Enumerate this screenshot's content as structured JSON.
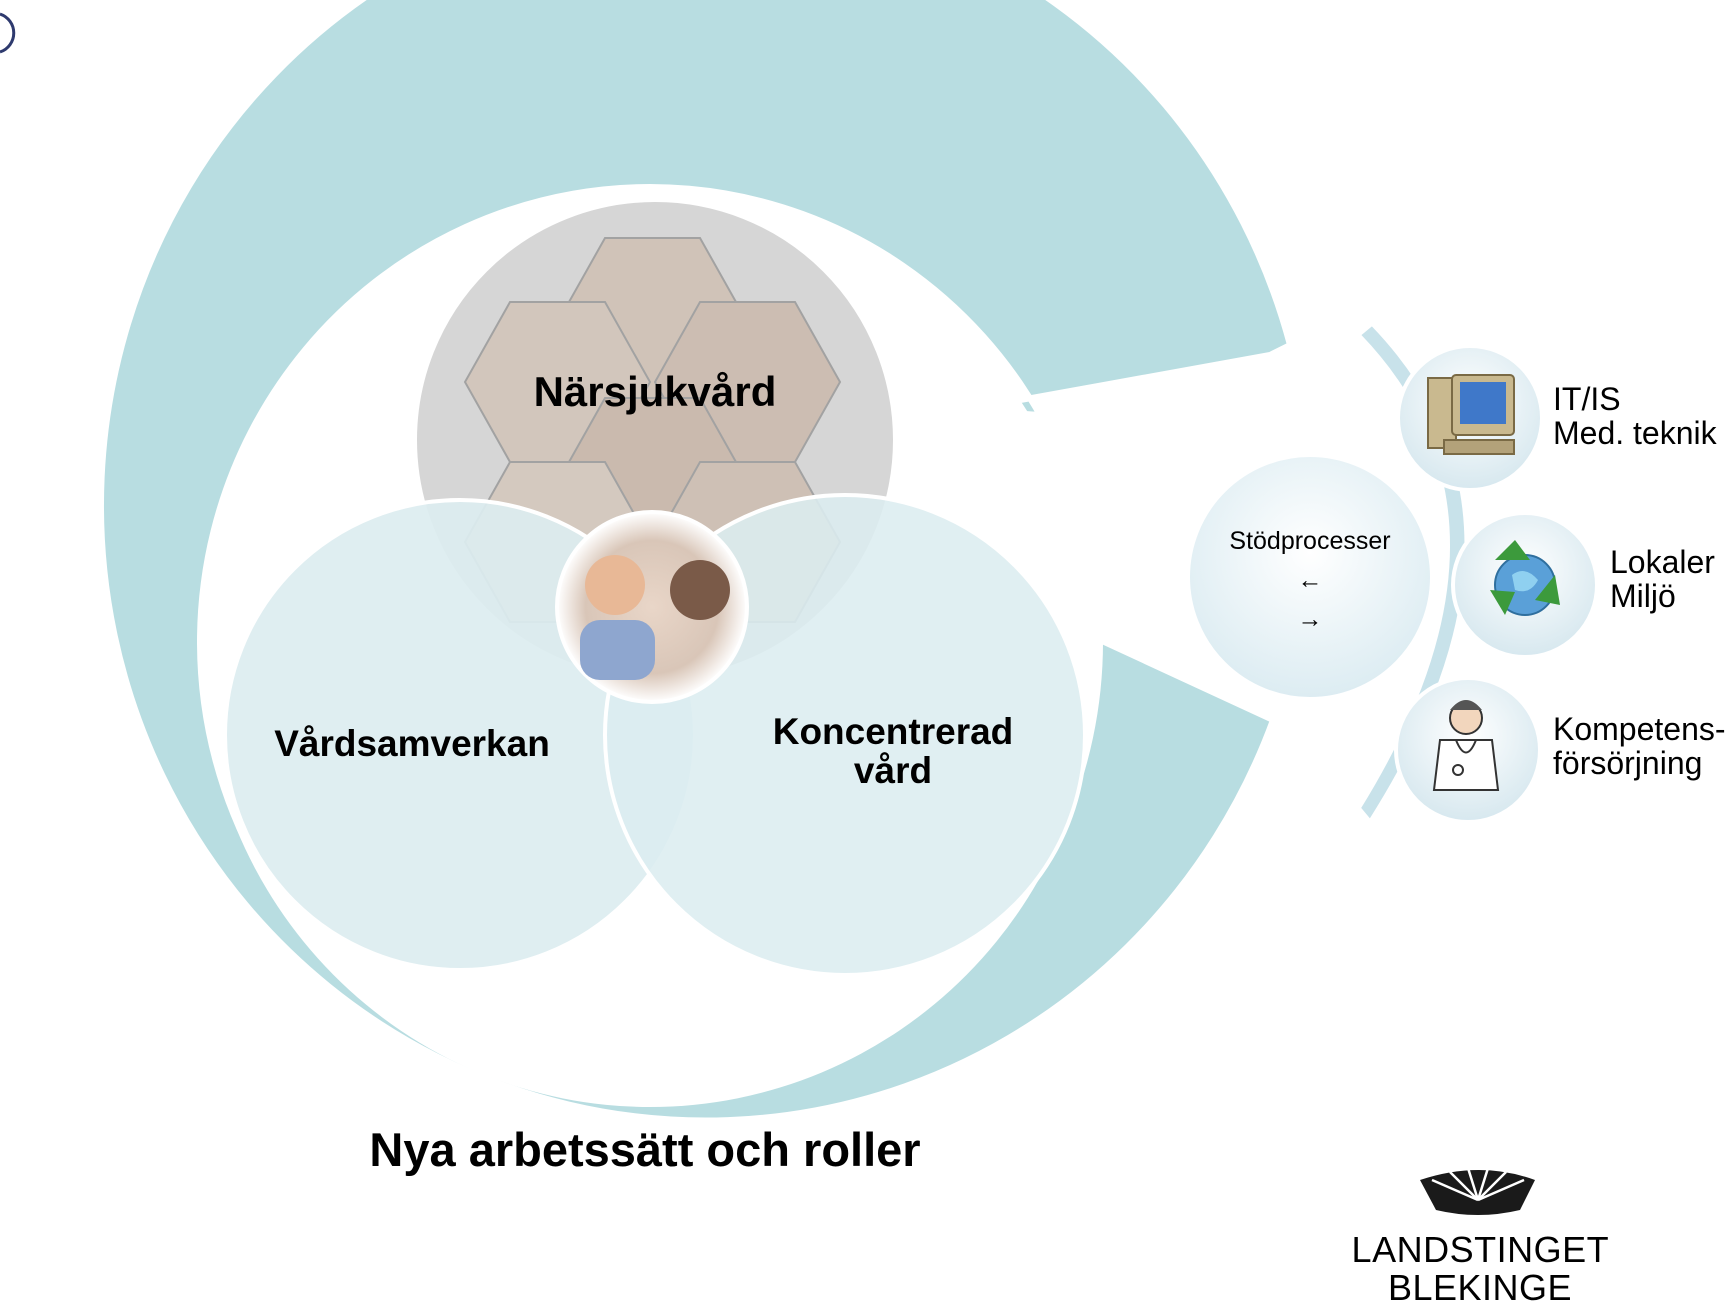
{
  "diagram": {
    "center_label": "Närsjukvård",
    "left_label": "Vårdsamverkan",
    "right_label": "Koncentrerad\nvård",
    "bottom_label": "Nya arbetssätt och roller",
    "support_hub_label": "Stödprocesser\n←\n→",
    "support_items": [
      {
        "label": "IT/IS\nMed. teknik",
        "icon": "computer-icon"
      },
      {
        "label": "Lokaler\nMiljö",
        "icon": "recycle-globe-icon"
      },
      {
        "label": "Kompetens-\nförsörjning",
        "icon": "doctor-icon"
      }
    ],
    "logo_text": "LANDSTINGET BLEKINGE",
    "colors": {
      "ring": "#b8dde1",
      "ring_edge": "#d9eef0",
      "venn_fill": "#dcedf0",
      "hex_photo": "#d8d4d0",
      "text": "#000000"
    }
  }
}
